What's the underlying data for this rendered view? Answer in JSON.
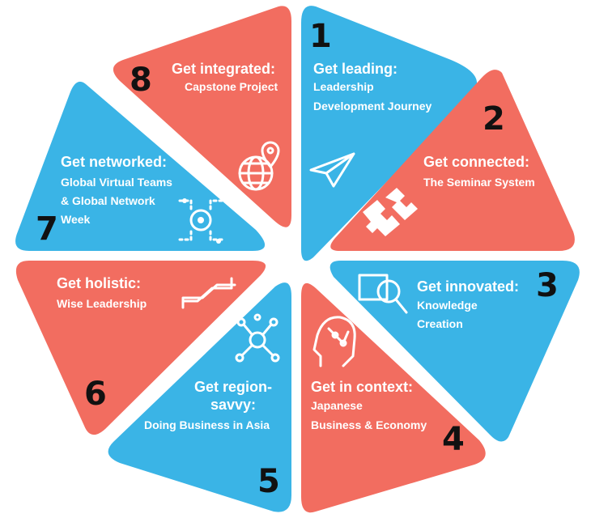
{
  "colors": {
    "blue": "#3ab4e6",
    "coral": "#f26d60",
    "number": "#111111",
    "text": "#ffffff"
  },
  "segments": [
    {
      "num": "1",
      "title": "Get leading:",
      "sub": [
        "Leadership",
        "Development Journey"
      ],
      "color": "blue",
      "icon": "paper-plane-icon"
    },
    {
      "num": "2",
      "title": "Get connected:",
      "sub": [
        "The Seminar System"
      ],
      "color": "coral",
      "icon": "puzzle-icon"
    },
    {
      "num": "3",
      "title": "Get innovated:",
      "sub": [
        "Knowledge",
        "Creation"
      ],
      "color": "blue",
      "icon": "magnifier-icon"
    },
    {
      "num": "4",
      "title": "Get in context:",
      "sub": [
        "Japanese",
        "Business & Economy"
      ],
      "color": "coral",
      "icon": "head-circuit-icon"
    },
    {
      "num": "5",
      "title": [
        "Get region-",
        "savvy:"
      ],
      "sub": [
        "Doing Business in Asia"
      ],
      "color": "blue",
      "icon": "network-nodes-icon"
    },
    {
      "num": "6",
      "title": "Get holistic:",
      "sub": [
        "Wise Leadership"
      ],
      "color": "coral",
      "icon": "handshake-icon"
    },
    {
      "num": "7",
      "title": "Get networked:",
      "sub": [
        "Global Virtual Teams",
        "& Global Network",
        " Week"
      ],
      "color": "blue",
      "icon": "circuit-target-icon"
    },
    {
      "num": "8",
      "title": "Get integrated:",
      "sub": [
        "Capstone Project"
      ],
      "color": "coral",
      "icon": "globe-pin-icon"
    }
  ]
}
